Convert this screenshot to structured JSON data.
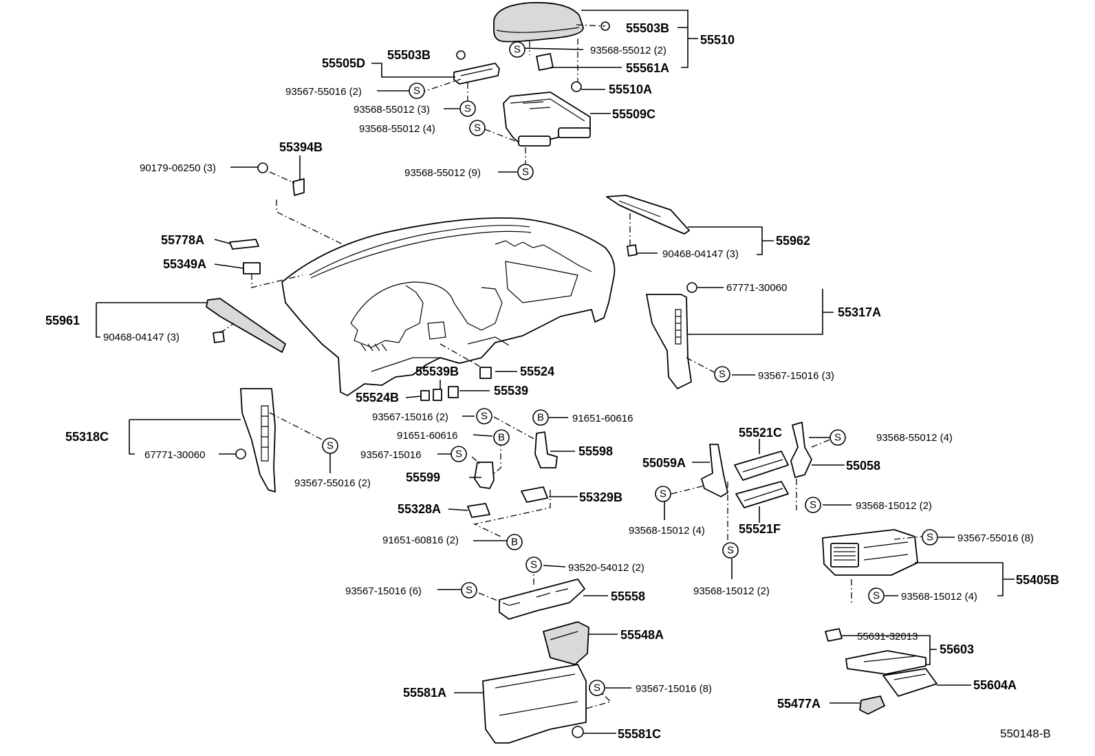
{
  "markers": {
    "screw_symbol": "S",
    "bolt_symbol": "B"
  },
  "labels": {
    "p55503B_top": "55503B",
    "p93568_55012_2": "93568-55012 (2)",
    "p55510": "55510",
    "p55561A": "55561A",
    "p55510A": "55510A",
    "p55505D": "55505D",
    "p55503B_left": "55503B",
    "p93567_55016_2": "93567-55016 (2)",
    "p93568_55012_3": "93568-55012 (3)",
    "p55509C": "55509C",
    "p93568_55012_4a": "93568-55012 (4)",
    "p93568_55012_9": "93568-55012 (9)",
    "p55394B": "55394B",
    "p90179_06250_3": "90179-06250 (3)",
    "p55962": "55962",
    "p90468_04147_3r": "90468-04147 (3)",
    "p55778A": "55778A",
    "p55349A": "55349A",
    "p67771_30060r": "67771-30060",
    "p55317A": "55317A",
    "p55961": "55961",
    "p90468_04147_3l": "90468-04147 (3)",
    "p93567_15016_3": "93567-15016 (3)",
    "p55539B": "55539B",
    "p55524": "55524",
    "p55524B": "55524B",
    "p55539": "55539",
    "p93567_15016_2": "93567-15016 (2)",
    "p91651_60616a": "91651-60616",
    "p91651_60616b": "91651-60616",
    "p55598": "55598",
    "p55318C": "55318C",
    "p93567_15016": "93567-15016",
    "p67771_30060l": "67771-30060",
    "p55599": "55599",
    "p93567_55016_2b": "93567-55016 (2)",
    "p55328A": "55328A",
    "p55329B": "55329B",
    "p91651_60816_2": "91651-60816 (2)",
    "p55521C": "55521C",
    "p93568_55012_4b": "93568-55012 (4)",
    "p55059A": "55059A",
    "p55058": "55058",
    "p93568_15012_4": "93568-15012 (4)",
    "p55521F": "55521F",
    "p93568_15012_2a": "93568-15012 (2)",
    "p93567_55016_8": "93567-55016 (8)",
    "p55405B": "55405B",
    "p93568_15012_2b": "93568-15012 (2)",
    "p93568_15012_4b": "93568-15012 (4)",
    "p93520_54012_2": "93520-54012 (2)",
    "p93567_15016_6": "93567-15016 (6)",
    "p55558": "55558",
    "p55548A": "55548A",
    "p55631_32013": "55631-32013",
    "p55603": "55603",
    "p55604A": "55604A",
    "p55581A": "55581A",
    "p93567_15016_8": "93567-15016 (8)",
    "p55477A": "55477A",
    "p55581C": "55581C",
    "p550148B": "550148-B"
  }
}
